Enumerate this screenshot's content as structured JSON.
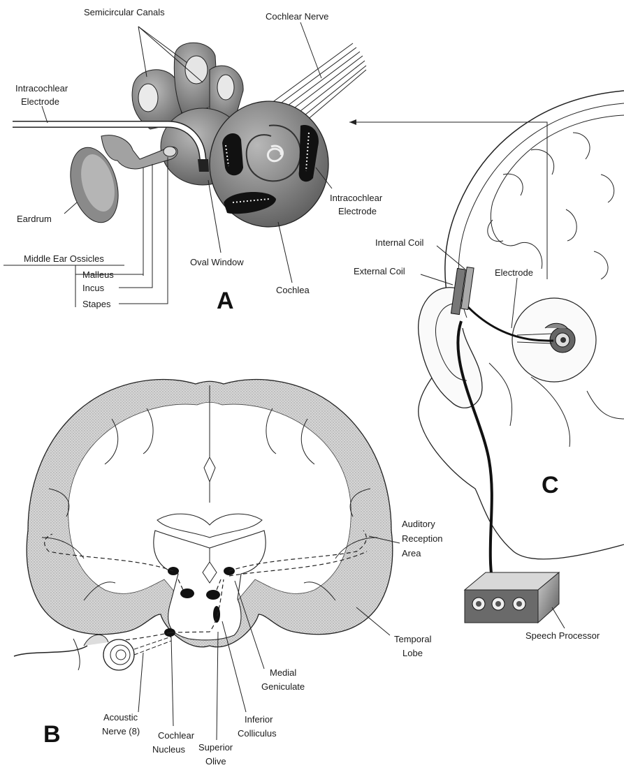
{
  "panels": {
    "a": {
      "letter": "A"
    },
    "b": {
      "letter": "B"
    },
    "c": {
      "letter": "C"
    }
  },
  "labels_a": {
    "semicircular_canals": "Semicircular Canals",
    "cochlear_nerve": "Cochlear Nerve",
    "intracochlear_electrode_left_1": "Intracochlear",
    "intracochlear_electrode_left_2": "Electrode",
    "eardrum": "Eardrum",
    "middle_ear_ossicles": "Middle Ear Ossicles",
    "malleus": "Malleus",
    "incus": "Incus",
    "stapes": "Stapes",
    "oval_window": "Oval Window",
    "cochlea": "Cochlea",
    "intracochlear_electrode_right_1": "Intracochlear",
    "intracochlear_electrode_right_2": "Electrode"
  },
  "labels_b": {
    "auditory_1": "Auditory",
    "auditory_2": "Reception",
    "auditory_3": "Area",
    "temporal_1": "Temporal",
    "temporal_2": "Lobe",
    "medial_1": "Medial",
    "medial_2": "Geniculate",
    "inferior_1": "Inferior",
    "inferior_2": "Colliculus",
    "acoustic_1": "Acoustic",
    "acoustic_2": "Nerve (8)",
    "cochlear_nucleus_1": "Cochlear",
    "cochlear_nucleus_2": "Nucleus",
    "superior_1": "Superior",
    "superior_2": "Olive"
  },
  "labels_c": {
    "internal_coil": "Internal Coil",
    "external_coil": "External Coil",
    "electrode": "Electrode",
    "speech_processor": "Speech Processor"
  },
  "colors": {
    "ink": "#222222",
    "tissue_dark": "#6e6e6e",
    "tissue_mid": "#9a9a9a",
    "cortex": "#c8c8c8"
  }
}
